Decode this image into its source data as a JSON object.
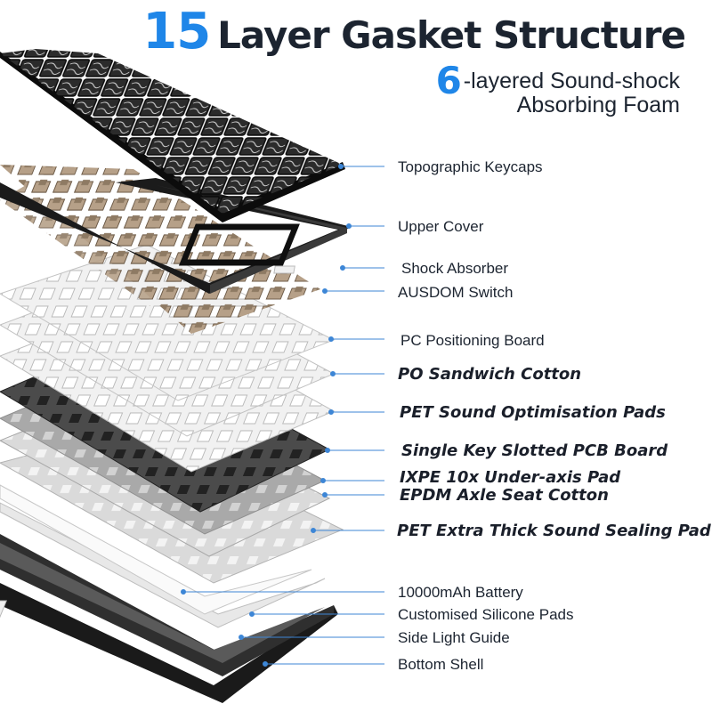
{
  "header": {
    "number": "15",
    "title": "Layer Gasket Structure",
    "sub_number": "6",
    "sub_line1": "-layered Sound-shock",
    "sub_line2": "Absorbing Foam"
  },
  "accent_color": "#1f86e8",
  "leader_color": "#3d86d6",
  "layers": [
    {
      "label": "Topographic Keycaps",
      "emphasis": false
    },
    {
      "label": "Upper Cover",
      "emphasis": false
    },
    {
      "label": "Shock Absorber",
      "emphasis": false
    },
    {
      "label": "AUSDOM Switch",
      "emphasis": false
    },
    {
      "label": "PC Positioning Board",
      "emphasis": false
    },
    {
      "label": "PO Sandwich Cotton",
      "emphasis": true
    },
    {
      "label": "PET Sound Optimisation Pads",
      "emphasis": true
    },
    {
      "label": "Single Key Slotted PCB Board",
      "emphasis": true
    },
    {
      "label": "IXPE 10x Under-axis Pad",
      "emphasis": true
    },
    {
      "label": "EPDM Axle Seat Cotton",
      "emphasis": true
    },
    {
      "label": "PET Extra Thick Sound Sealing Pad",
      "emphasis": true
    },
    {
      "label": "10000mAh Battery",
      "emphasis": false
    },
    {
      "label": "Customised Silicone Pads",
      "emphasis": false
    },
    {
      "label": "Side Light Guide",
      "emphasis": false
    },
    {
      "label": "Bottom Shell",
      "emphasis": false
    }
  ]
}
